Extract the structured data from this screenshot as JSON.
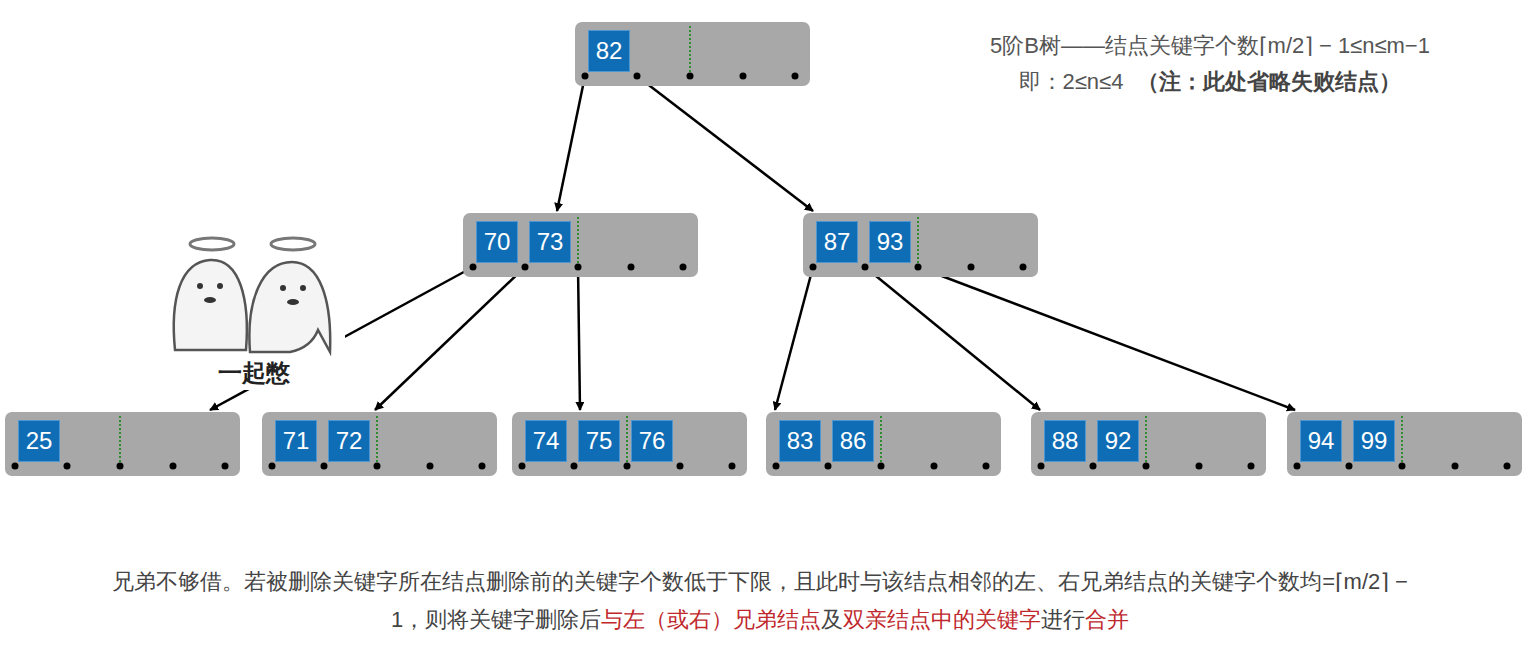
{
  "diagram": {
    "nodes": [
      {
        "text": []
      },
      {
        "text": [
          "82"
        ],
        "in": 0
      },
      {
        "text": []
      },
      {
        "text": [
          "70"
        ],
        "in": 2
      },
      {
        "text": [
          "73"
        ],
        "in": 2
      },
      {
        "text": []
      },
      {
        "text": [
          "87"
        ],
        "in": 5
      },
      {
        "text": [
          "93"
        ],
        "in": 5
      },
      {
        "text": []
      },
      {
        "text": [
          "25"
        ],
        "in": 8
      },
      {
        "text": []
      },
      {
        "text": [
          "71"
        ],
        "in": 10
      },
      {
        "text": [
          "72"
        ],
        "in": 10
      },
      {
        "text": []
      },
      {
        "text": [
          "74"
        ],
        "in": 13
      },
      {
        "text": [
          "75"
        ],
        "in": 13
      },
      {
        "text": [
          "76"
        ],
        "in": 13
      },
      {
        "text": []
      },
      {
        "text": [
          "83"
        ],
        "in": 17
      },
      {
        "text": [
          "86"
        ],
        "in": 17
      },
      {
        "text": []
      },
      {
        "text": [
          "88"
        ],
        "in": 20
      },
      {
        "text": [
          "92"
        ],
        "in": 20
      },
      {
        "text": []
      },
      {
        "text": [
          "94"
        ],
        "in": 23
      },
      {
        "text": [
          "99"
        ],
        "in": 23
      }
    ],
    "edges": [
      {
        "from": 0,
        "to": 2,
        "arrow": "to"
      },
      {
        "from": 0,
        "to": 5,
        "arrow": "to"
      },
      {
        "from": 2,
        "to": 8,
        "arrow": "to"
      },
      {
        "from": 2,
        "to": 10,
        "arrow": "to"
      },
      {
        "from": 2,
        "to": 13,
        "arrow": "to"
      },
      {
        "from": 5,
        "to": 17,
        "arrow": "to"
      },
      {
        "from": 5,
        "to": 20,
        "arrow": "to"
      },
      {
        "from": 5,
        "to": 23,
        "arrow": "to"
      }
    ],
    "labels": [
      "5阶B树——结点关键字个数⌈m/2⌉ − 1≤n≤m−1",
      "即：2≤n≤4",
      "（注：此处省略失败结点）",
      "一起憋",
      "兄弟不够借。若被删除关键字所在结点删除前的关键字个数低于下限，且此时与该结点相邻的左、右兄弟结点的关键字个数均=⌈m/2⌉ − 1，则将关键字删除后",
      "与左（或右）兄弟结点",
      "及",
      "双亲结点中的关键字",
      "进行",
      "合并"
    ]
  }
}
